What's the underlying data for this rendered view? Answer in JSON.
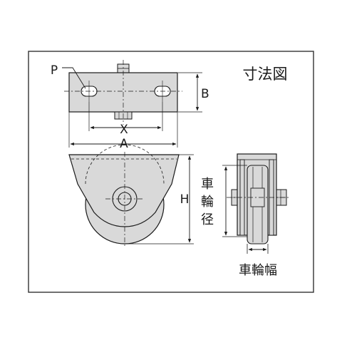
{
  "title": "寸法図",
  "labels": {
    "p": "P",
    "b": "B",
    "x": "X",
    "a": "A",
    "h": "H",
    "wheel_diameter": [
      "車",
      "輪",
      "径"
    ],
    "wheel_width": "車輪幅"
  },
  "colors": {
    "fill": "#d9d9d9",
    "line": "#1a1a1a",
    "frame": "#333333",
    "background": "#ffffff"
  }
}
